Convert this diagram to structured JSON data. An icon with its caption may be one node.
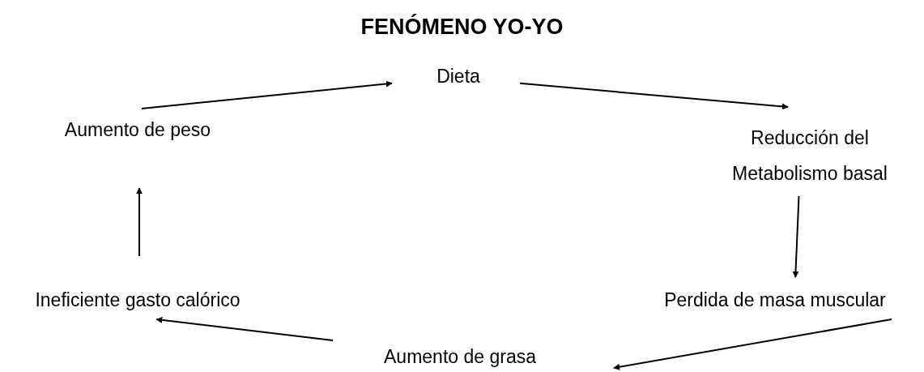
{
  "diagram": {
    "title": "FENÓMENO YO-YO",
    "nodes": [
      {
        "text": [
          "Dieta"
        ]
      },
      {
        "text": [
          "Reducción del Metabolismo basal"
        ]
      },
      {
        "text": [
          "Perdida de masa muscular"
        ]
      },
      {
        "text": [
          "Aumento de grasa"
        ]
      },
      {
        "text": [
          "Ineficiente gasto calórico"
        ]
      },
      {
        "text": [
          "Aumento de peso"
        ]
      }
    ],
    "edges": [
      {
        "from": 5,
        "to": 0,
        "arrow": "to"
      },
      {
        "from": 0,
        "to": 1,
        "arrow": "to"
      },
      {
        "from": 1,
        "to": 2,
        "arrow": "to"
      },
      {
        "from": 2,
        "to": 3,
        "arrow": "to"
      },
      {
        "from": 3,
        "to": 4,
        "arrow": "to"
      },
      {
        "from": 4,
        "to": 5,
        "arrow": "to"
      }
    ]
  }
}
